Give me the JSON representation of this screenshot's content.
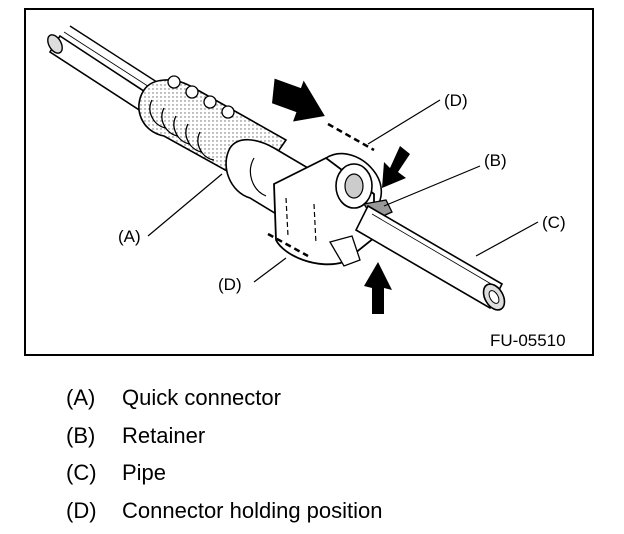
{
  "figure": {
    "id": "FU-05510",
    "callouts": {
      "a": "(A)",
      "b": "(B)",
      "c": "(C)",
      "d_top": "(D)",
      "d_bottom": "(D)"
    }
  },
  "legend": [
    {
      "key": "(A)",
      "text": "Quick connector"
    },
    {
      "key": "(B)",
      "text": "Retainer"
    },
    {
      "key": "(C)",
      "text": "Pipe"
    },
    {
      "key": "(D)",
      "text": "Connector holding position"
    }
  ]
}
